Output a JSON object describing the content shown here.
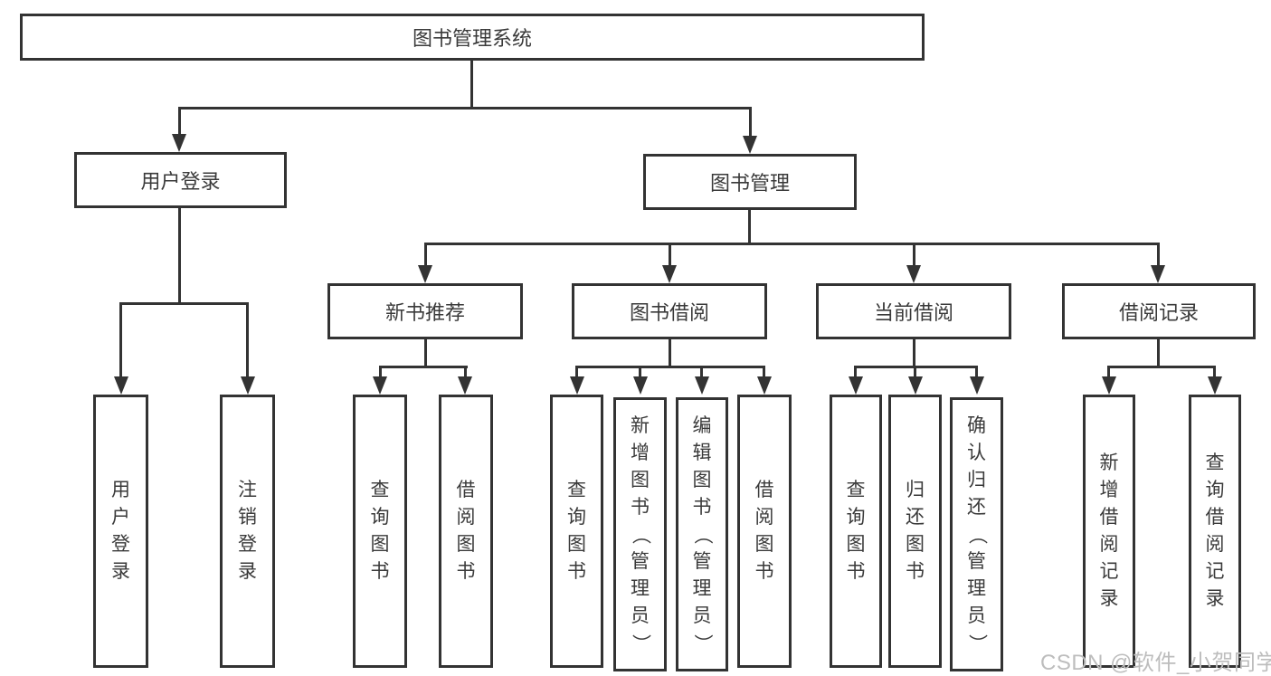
{
  "tree": {
    "label": "图书管理系统",
    "children": [
      {
        "label": "用户登录",
        "children": [
          {
            "label": "用户登录"
          },
          {
            "label": "注销登录"
          }
        ]
      },
      {
        "label": "图书管理",
        "children": [
          {
            "label": "新书推荐",
            "children": [
              {
                "label": "查询图书"
              },
              {
                "label": "借阅图书"
              }
            ]
          },
          {
            "label": "图书借阅",
            "children": [
              {
                "label": "查询图书"
              },
              {
                "label": "新增图书（管理员）"
              },
              {
                "label": "编辑图书（管理员）"
              },
              {
                "label": "借阅图书"
              }
            ]
          },
          {
            "label": "当前借阅",
            "children": [
              {
                "label": "查询图书"
              },
              {
                "label": "归还图书"
              },
              {
                "label": "确认归还（管理员）"
              }
            ]
          },
          {
            "label": "借阅记录",
            "children": [
              {
                "label": "新增借阅记录"
              },
              {
                "label": "查询借阅记录"
              }
            ]
          }
        ]
      }
    ]
  },
  "watermark": "CSDN @软件_小贺同学",
  "colors": {
    "line": "#333333",
    "text": "#3a3a3a",
    "watermark": "#bdbdbd",
    "background": "#ffffff"
  }
}
